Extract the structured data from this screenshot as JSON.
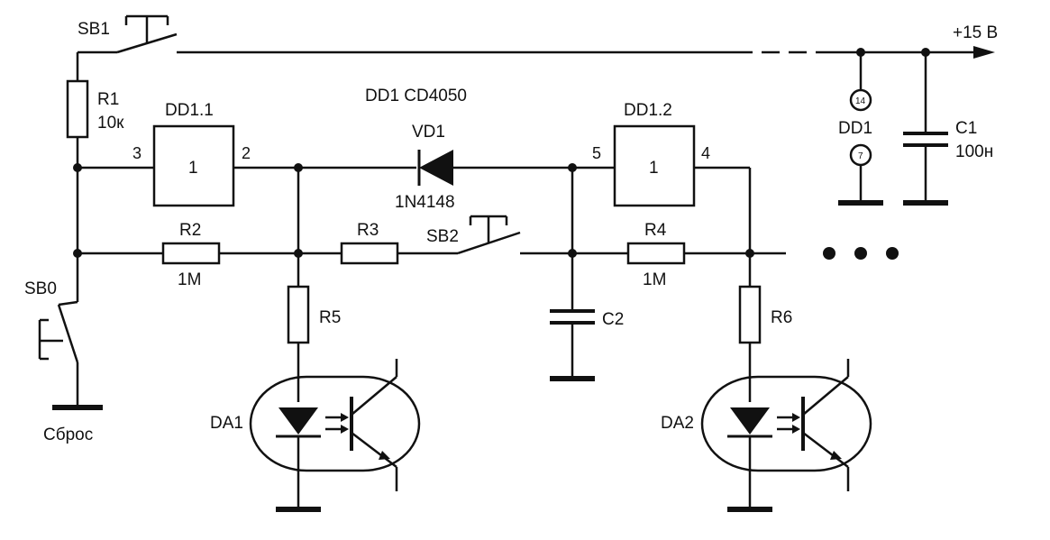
{
  "labels": {
    "sb1": "SB1",
    "sb0": "SB0",
    "sb2": "SB2",
    "supply": "+15 В",
    "r1": "R1",
    "r1_val": "10к",
    "dd11": "DD1.1",
    "dd12": "DD1.2",
    "dd1_chip": "DD1 CD4050",
    "vd1": "VD1",
    "vd1_part": "1N4148",
    "gate_symbol": "1",
    "pin3": "3",
    "pin2": "2",
    "pin5": "5",
    "pin4": "4",
    "pin14": "14",
    "pin7": "7",
    "dd1": "DD1",
    "c1": "C1",
    "c1_val": "100н",
    "r2": "R2",
    "r2_val": "1M",
    "r3": "R3",
    "r4": "R4",
    "r4_val": "1M",
    "r5": "R5",
    "r6": "R6",
    "c2": "C2",
    "da1": "DA1",
    "da2": "DA2",
    "reset": "Сброс"
  }
}
